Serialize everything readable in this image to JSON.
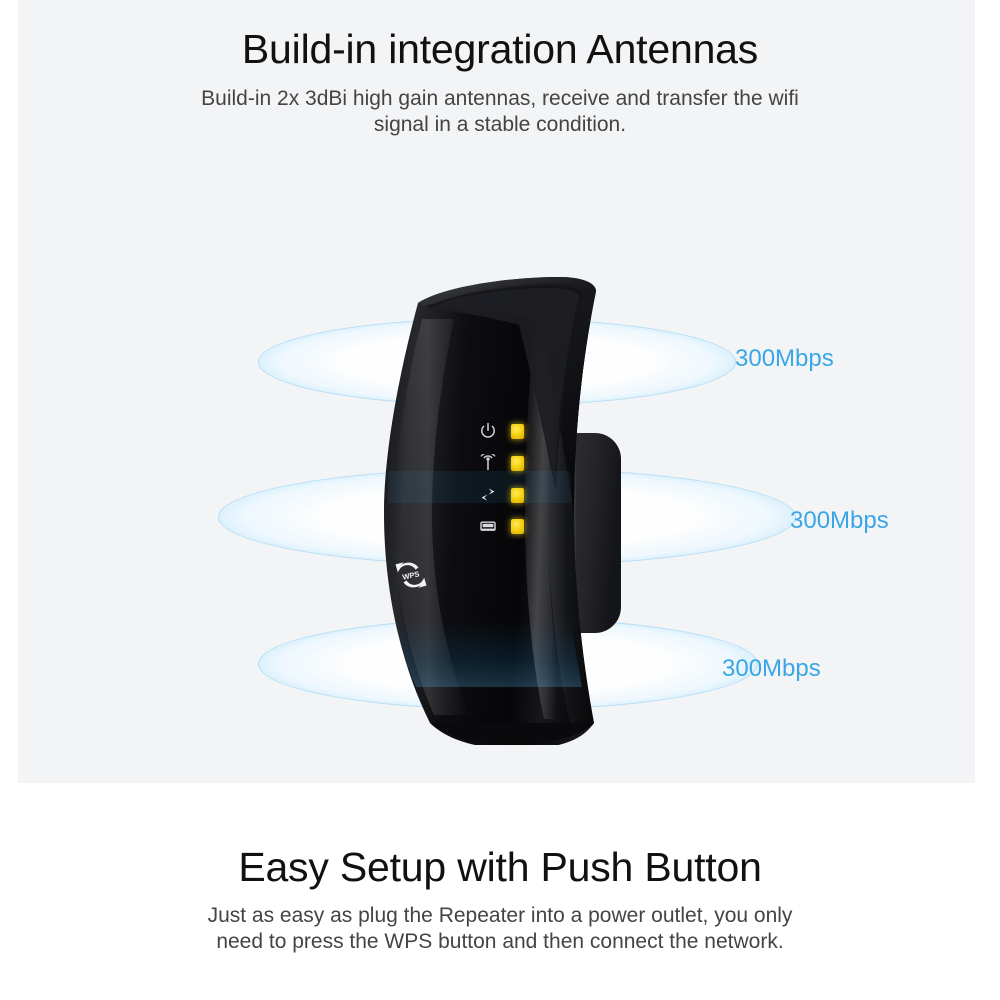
{
  "background": {
    "page_color": "#ffffff",
    "panel_color": "#f3f4f6"
  },
  "top_section": {
    "headline": "Build-in integration Antennas",
    "subline_line1": "Build-in 2x 3dBi high gain antennas, receive and transfer the wifi",
    "subline_line2": "signal in a stable condition."
  },
  "bottom_section": {
    "headline": "Easy Setup with Push Button",
    "subline_line1": "Just as easy as plug the Repeater into a power outlet, you only",
    "subline_line2": "need to press the WPS button and then connect the network."
  },
  "product": {
    "name": "wifi-repeater",
    "body_color": "#0a0a0c",
    "accent_color": "#3aa6e8",
    "led_color": "#f5d312",
    "wps_label": "WPS",
    "leds": [
      {
        "icon": "power-icon",
        "label": "Power",
        "state": "on"
      },
      {
        "icon": "wifi-signal-icon",
        "label": "Wireless",
        "state": "on"
      },
      {
        "icon": "data-transfer-icon",
        "label": "Transfer",
        "state": "on"
      },
      {
        "icon": "ethernet-port-icon",
        "label": "LAN",
        "state": "on"
      }
    ]
  },
  "speed_labels": [
    {
      "text": "300Mbps",
      "ring": "top"
    },
    {
      "text": "300Mbps",
      "ring": "middle"
    },
    {
      "text": "300Mbps",
      "ring": "bottom"
    }
  ]
}
